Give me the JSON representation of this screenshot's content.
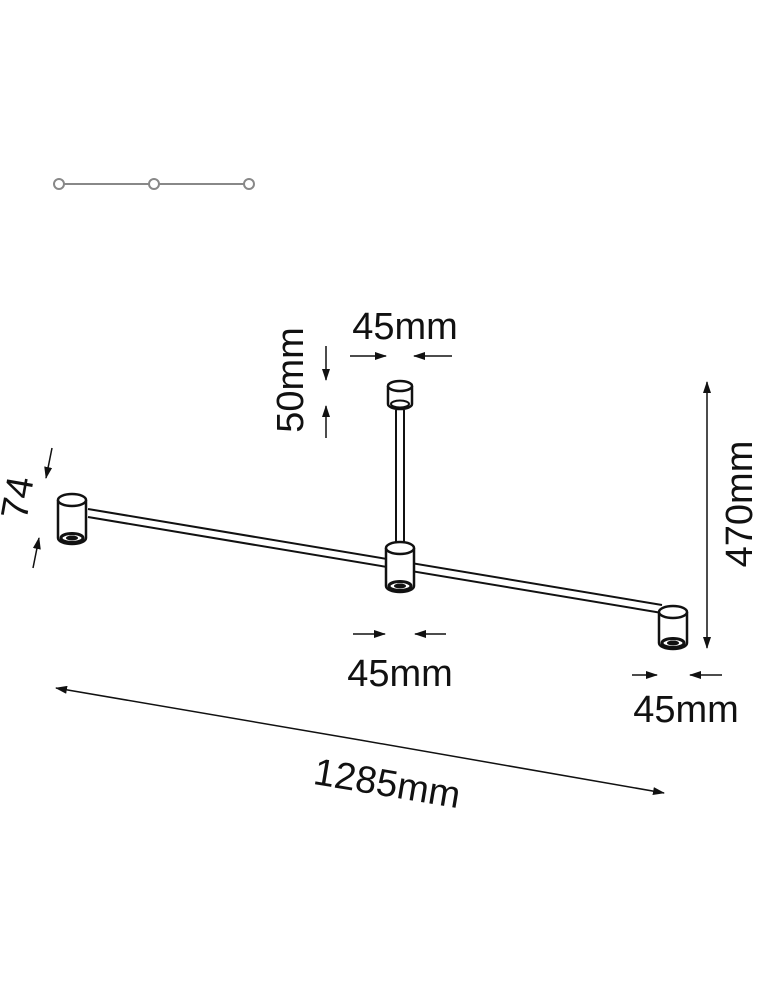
{
  "diagram": {
    "colors": {
      "ink": "#111111",
      "icon_line": "#888888",
      "background": "#ffffff"
    },
    "icon": "three-point-track-icon",
    "dimensions": {
      "canopy_width": "45mm",
      "canopy_height": "50mm",
      "spot_height": "74",
      "total_height": "470mm",
      "center_spot_width": "45mm",
      "end_spot_width": "45mm",
      "total_length": "1285mm"
    }
  }
}
